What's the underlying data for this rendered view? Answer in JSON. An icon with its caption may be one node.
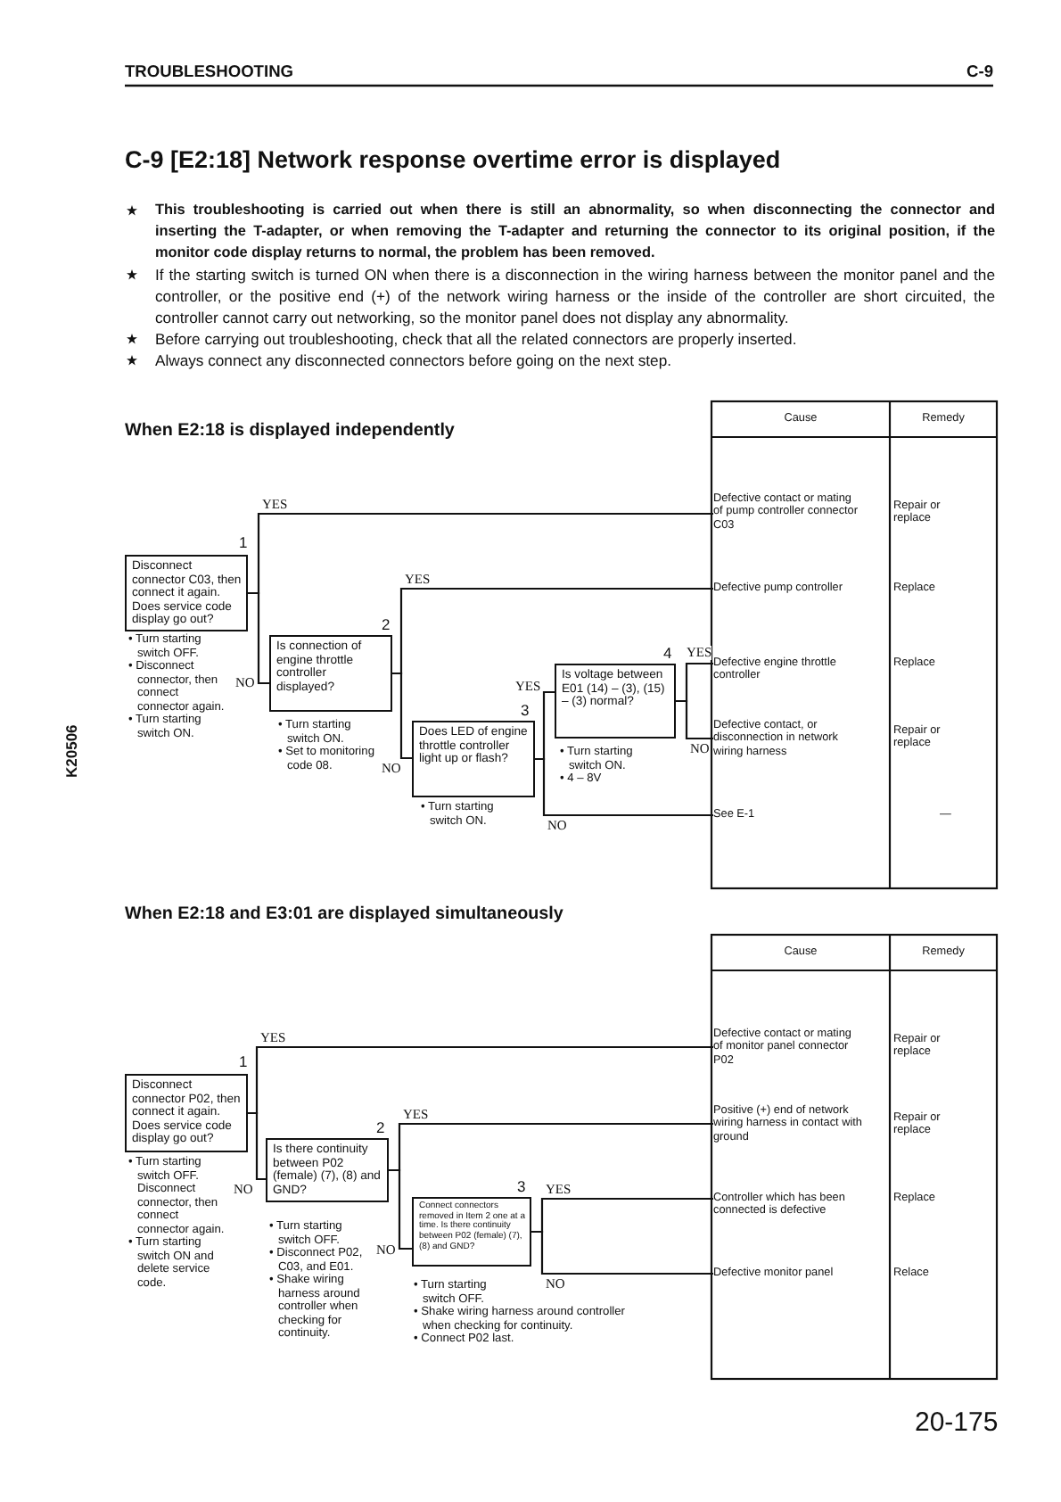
{
  "diagram": {
    "title": "C-9 [E2:18] Network response overtime error is displayed",
    "nodes": [
      {
        "text": [
          "Disconnect connector C03, then connect it again. Does service code display go out?"
        ],
        "beside": [
          "1",
          "• Turn starting switch OFF.",
          "• Disconnect connector, then connect connector again.",
          "• Turn starting switch ON."
        ]
      },
      {
        "text": [
          "Is connection of engine throttle controller displayed?"
        ],
        "beside": [
          "2",
          "• Turn starting switch ON.",
          "• Set to monitoring code 08."
        ]
      },
      {
        "text": [
          "Does LED of engine throttle controller light up or flash?"
        ],
        "beside": [
          "3",
          "• Turn starting switch ON."
        ]
      },
      {
        "text": [
          "Is voltage between E01 (14) – (3), (15) – (3) normal?"
        ],
        "beside": [
          "4",
          "• Turn starting switch ON.",
          "• 4 – 8V"
        ]
      },
      {
        "text": [
          "Defective contact or mating of pump controller connector C03"
        ]
      },
      {
        "text": [
          "Defective pump controller"
        ]
      },
      {
        "text": [
          "Defective engine throttle controller"
        ]
      },
      {
        "text": [
          "Defective contact, or disconnection in network wiring harness"
        ]
      },
      {
        "text": [
          "See E-1"
        ]
      },
      {
        "text": [
          "Disconnect connector P02, then connect it again. Does service code display go out?"
        ],
        "beside": [
          "1",
          "• Turn starting switch OFF. Disconnect connector, then connect connector again.",
          "• Turn starting switch ON and delete service code."
        ]
      },
      {
        "text": [
          "Is there continuity between P02 (female) (7), (8) and GND?"
        ],
        "beside": [
          "2",
          "• Turn starting switch OFF.",
          "• Disconnect P02, C03, and E01.",
          "• Shake wiring harness around controller when checking for continuity."
        ]
      },
      {
        "text": [
          "Connect connectors removed in Item 2 one at a time. Is there continuity between P02 (female) (7), (8) and GND?"
        ],
        "beside": [
          "3",
          "• Turn starting switch OFF.",
          "• Shake wiring harness around controller when checking for continuity.",
          "• Connect P02 last."
        ]
      },
      {
        "text": [
          "Defective contact or mating of monitor panel connector P02"
        ]
      },
      {
        "text": [
          "Positive (+) end of network wiring harness in contact with ground"
        ]
      },
      {
        "text": [
          "Controller which has been connected is defective"
        ]
      },
      {
        "text": [
          "Defective monitor panel"
        ]
      }
    ],
    "edges": [
      {
        "from": 0,
        "to": 4,
        "arrow": "none",
        "label": "YES"
      },
      {
        "from": 0,
        "to": 1,
        "arrow": "none",
        "label": "NO"
      },
      {
        "from": 1,
        "to": 5,
        "arrow": "none",
        "label": "YES"
      },
      {
        "from": 1,
        "to": 2,
        "arrow": "none",
        "label": "NO"
      },
      {
        "from": 2,
        "to": 3,
        "arrow": "none",
        "label": "YES"
      },
      {
        "from": 2,
        "to": 8,
        "arrow": "none",
        "label": "NO"
      },
      {
        "from": 3,
        "to": 6,
        "arrow": "none",
        "label": "YES"
      },
      {
        "from": 3,
        "to": 7,
        "arrow": "none",
        "label": "NO"
      },
      {
        "from": 9,
        "to": 12,
        "arrow": "none",
        "label": "YES"
      },
      {
        "from": 9,
        "to": 10,
        "arrow": "none",
        "label": "NO"
      },
      {
        "from": 10,
        "to": 13,
        "arrow": "none",
        "label": "YES"
      },
      {
        "from": 10,
        "to": 11,
        "arrow": "none",
        "label": "NO"
      },
      {
        "from": 11,
        "to": 14,
        "arrow": "none",
        "label": "YES"
      },
      {
        "from": 11,
        "to": 15,
        "arrow": "none",
        "label": "NO"
      }
    ],
    "labels": [
      "TROUBLESHOOTING",
      "C-9",
      "This troubleshooting is carried out when there is still an abnormality, so when disconnecting the connector and inserting the T-adapter, or when removing the T-adapter and returning the connector to its original position, if the monitor code display returns to normal, the problem has been removed.",
      "If the starting switch is turned ON when there is a disconnection in the wiring harness between the monitor panel and the controller, or the positive end (+) of the network wiring harness or the inside of the controller are short circuited, the controller cannot carry out networking, so the monitor panel does not display any abnormality.",
      "Before carrying out troubleshooting, check that all the related connectors are properly inserted.",
      "Always connect any disconnected connectors before going on the next step.",
      "When E2:18 is displayed independently",
      "Cause",
      "Remedy",
      "Repair or replace",
      "Replace",
      "Replace",
      "Repair or replace",
      "—",
      "When E2:18 and E3:01 are displayed simultaneously",
      "Cause",
      "Remedy",
      "Repair or replace",
      "Repair or replace",
      "Replace",
      "Relace",
      "K20506",
      "20-175"
    ]
  }
}
